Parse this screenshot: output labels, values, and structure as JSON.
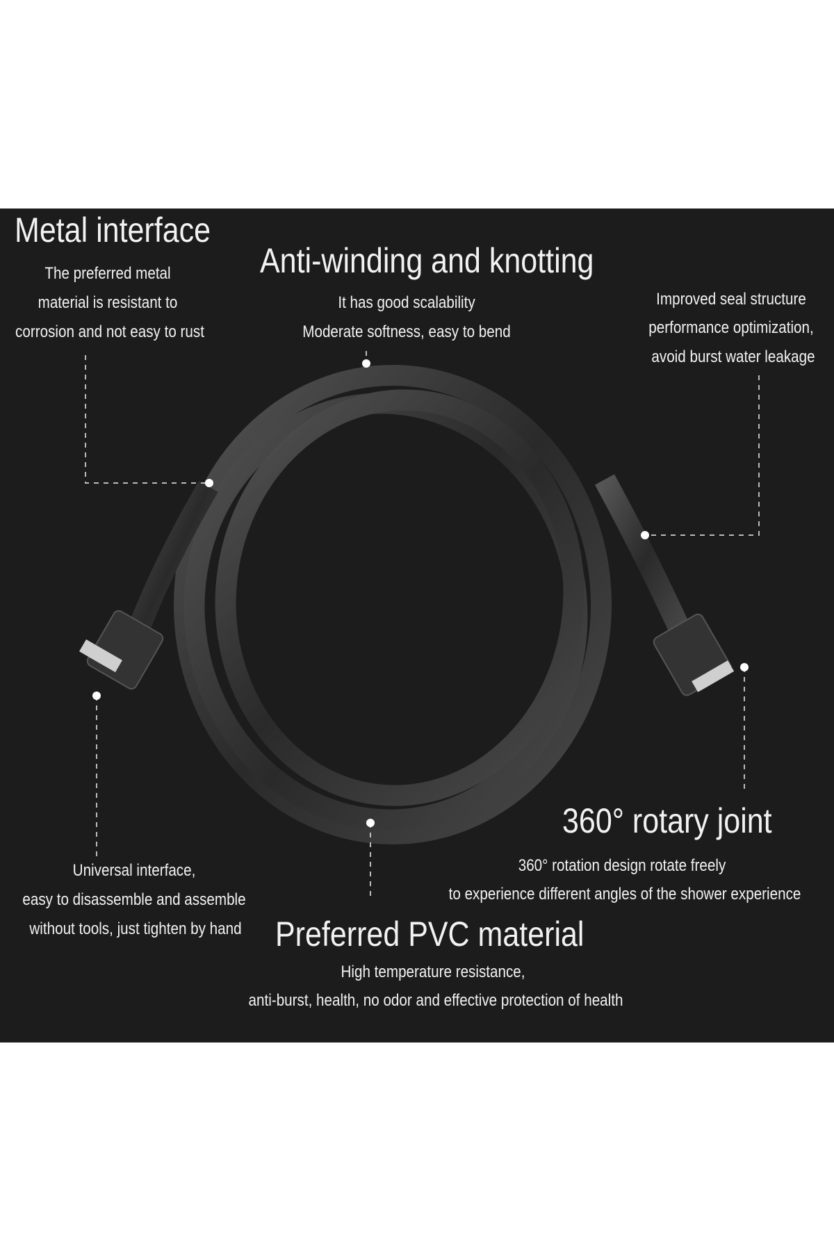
{
  "headings": {
    "metal_interface": "Metal interface",
    "anti_winding": "Anti-winding and knotting",
    "rotary_joint": "360°   rotary joint",
    "pvc_material": "Preferred PVC material"
  },
  "descriptions": {
    "metal_interface": [
      "The preferred metal",
      "material is resistant to",
      "corrosion and not easy to rust"
    ],
    "anti_winding": [
      "It has good scalability",
      "Moderate softness, easy to bend"
    ],
    "seal": [
      "Improved seal structure",
      "performance optimization,",
      "avoid burst water leakage"
    ],
    "universal": [
      "Universal interface,",
      "easy to disassemble and assemble",
      "without tools, just tighten by hand"
    ],
    "rotary": [
      "360°   rotation design rotate freely",
      "to experience different angles of the shower experience"
    ],
    "pvc": [
      "High temperature resistance,",
      "anti-burst, health, no odor and effective protection of health"
    ]
  },
  "colors": {
    "background": "#1c1c1c",
    "text": "#f2f2f2",
    "hose": "#3a3a3a"
  }
}
